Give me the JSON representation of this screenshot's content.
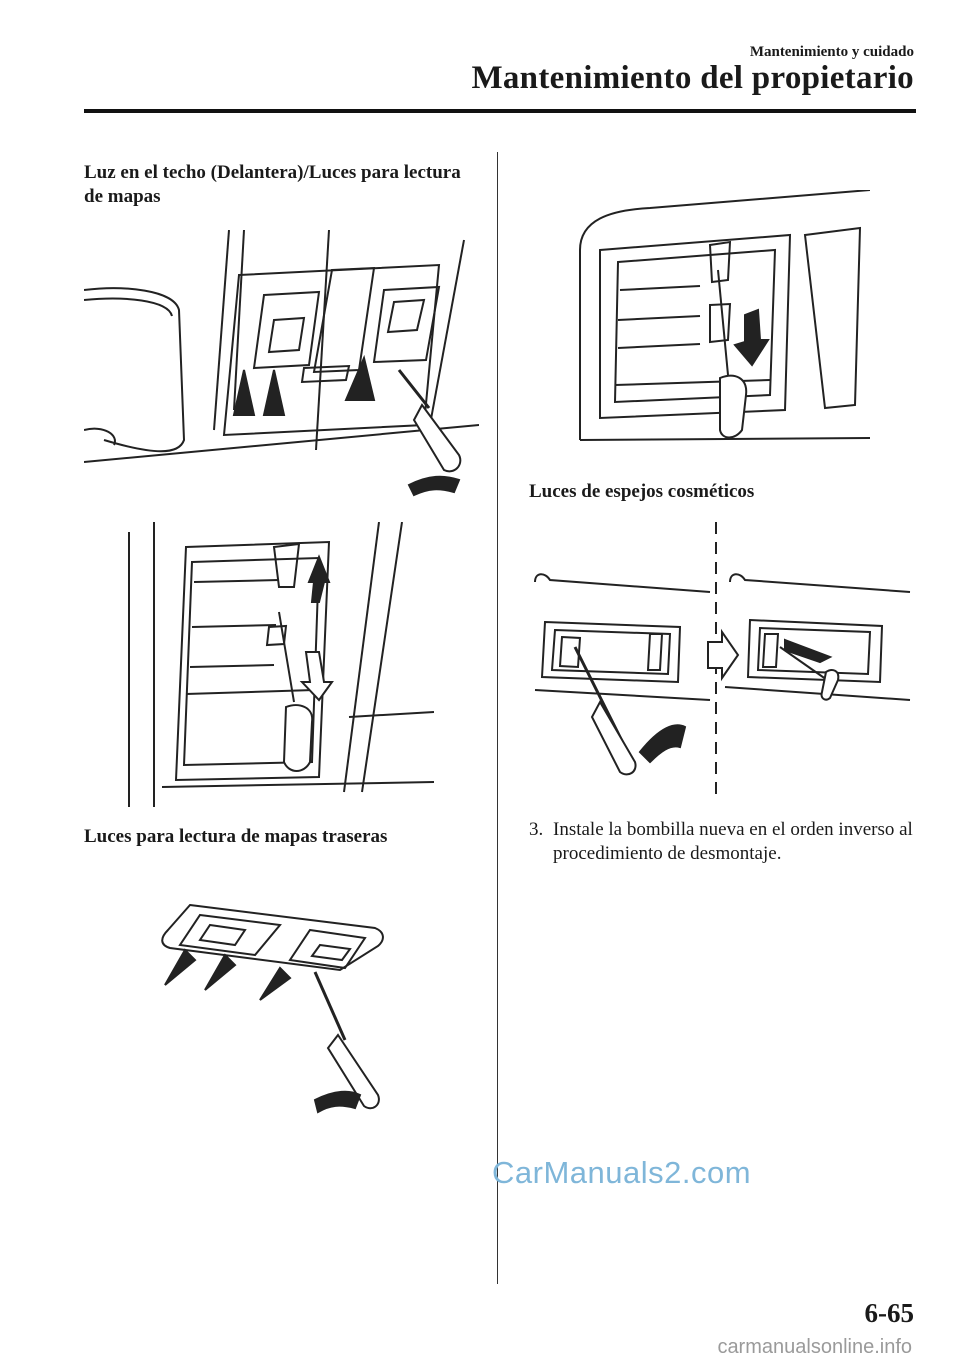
{
  "header": {
    "section": "Mantenimiento y cuidado",
    "title": "Mantenimiento del propietario"
  },
  "left_column": {
    "heading_front": "Luz en el techo (Delantera)/Luces para lectura de mapas",
    "heading_rear": "Luces para lectura de mapas traseras"
  },
  "right_column": {
    "heading_vanity": "Luces de espejos cosméticos",
    "step": {
      "number": "3.",
      "text": "Instale la bombilla nueva en el orden inverso al procedimiento de desmontaje."
    }
  },
  "footer": {
    "page_number": "6-65",
    "watermark": "CarManuals2.com",
    "site": "carmanualsonline.info"
  }
}
